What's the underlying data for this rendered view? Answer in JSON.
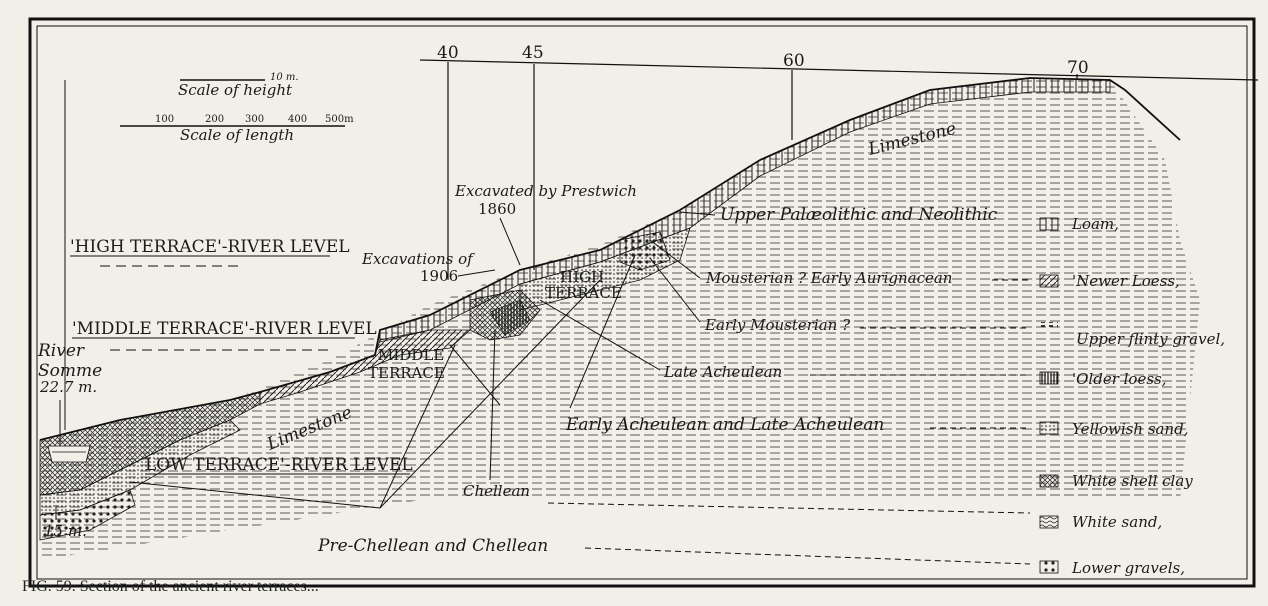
{
  "diagram": {
    "distance_marks": [
      "40",
      "45",
      "60",
      "70"
    ],
    "scale_height_label": "Scale of height",
    "scale_height_unit": "10 m.",
    "scale_length_label": "Scale of length",
    "scale_length_ticks": [
      "100",
      "200",
      "300",
      "400",
      "500m"
    ],
    "excavated_prestwich": "Excavated by Prestwich",
    "year_1860": "1860",
    "excavations_of": "Excavations of",
    "year_1906": "1906",
    "high_terrace_river_level": "'HIGH TERRACE'-RIVER LEVEL",
    "middle_terrace_river_level": "'MIDDLE TERRACE'-RIVER LEVEL",
    "low_terrace_river_level": "LOW TERRACE'-RIVER LEVEL",
    "high_terrace": [
      "HIGH",
      "TERRACE"
    ],
    "middle_terrace": [
      "MIDDLE",
      "TERRACE"
    ],
    "river_somme": [
      "River",
      "Somme",
      "22.7 m."
    ],
    "bottom_level": "15 m.",
    "limestone": "Limestone",
    "periods": [
      "Upper Palæolithic and Neolithic",
      "Mousterian ? Early Aurignacean",
      "Early Mousterian ?",
      "Late Acheulean",
      "Early Acheulean and Late Acheulean",
      "Chellean",
      "Pre-Chellean and Chellean"
    ]
  },
  "legend": [
    {
      "label": "Loam,",
      "pattern": "vertical-lines"
    },
    {
      "label": "'Newer Loess,",
      "pattern": "diagonal-hatch"
    },
    {
      "label": "Upper flinty gravel,",
      "pattern": "dashes"
    },
    {
      "label": "'Older loess,",
      "pattern": "dense-vertical"
    },
    {
      "label": "Yellowish sand,",
      "pattern": "fine-dots"
    },
    {
      "label": "White shell clay",
      "pattern": "crosshatch"
    },
    {
      "label": "White sand,",
      "pattern": "wavy"
    },
    {
      "label": "Lower gravels,",
      "pattern": "coarse-dots"
    }
  ],
  "caption": "FIG. 59.  Section of the ancient river terraces..."
}
